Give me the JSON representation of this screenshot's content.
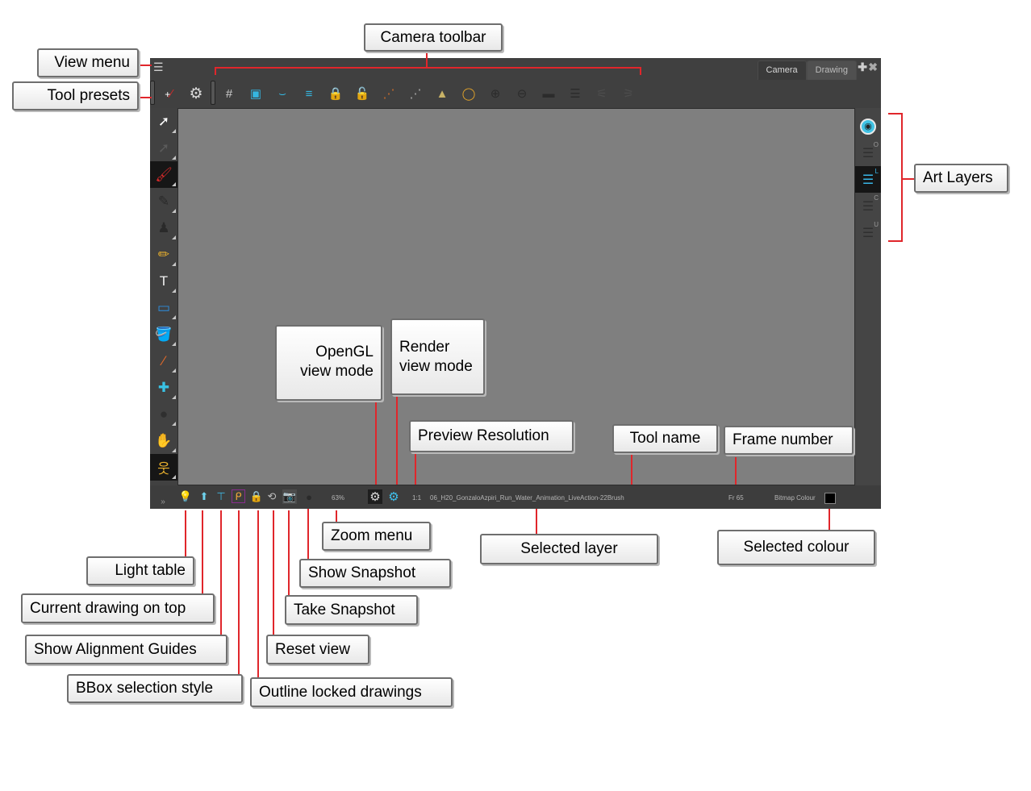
{
  "window": {
    "view_menu_icon": "hamburger-menu-icon",
    "tabs": [
      {
        "label": "Camera",
        "active": true
      },
      {
        "label": "Drawing",
        "active": false
      }
    ],
    "add_view_icon": "plus-icon",
    "close_view_icon": "close-icon"
  },
  "tool_presets": {
    "add_preset_icon": "add-brush-preset-icon",
    "settings_icon": "gear-icon"
  },
  "camera_toolbar": [
    {
      "name": "grid-icon",
      "glyph": "#",
      "color": "#cfcfcf"
    },
    {
      "name": "safety-area-icon",
      "glyph": "▣",
      "color": "#35b6e0"
    },
    {
      "name": "onion-skin-icon",
      "glyph": "⌣",
      "color": "#35b6e0"
    },
    {
      "name": "auto-light-table-icon",
      "glyph": "≡",
      "color": "#35b6e0"
    },
    {
      "name": "lock-icon",
      "glyph": "🔒",
      "color": "#f2c53b"
    },
    {
      "name": "unlock-add-icon",
      "glyph": "🔓",
      "color": "#f2c53b"
    },
    {
      "name": "bone-icon",
      "glyph": "⋰",
      "color": "#c86a2a"
    },
    {
      "name": "bone-grey-icon",
      "glyph": "⋰",
      "color": "#a8a8a8"
    },
    {
      "name": "spotlight-icon",
      "glyph": "▲",
      "color": "#c8b266"
    },
    {
      "name": "mirror-icon",
      "glyph": "◯",
      "color": "#e2a32a"
    },
    {
      "name": "layer-add-above-icon",
      "glyph": "⊕",
      "color": "#2b2b2b"
    },
    {
      "name": "layer-remove-icon",
      "glyph": "⊖",
      "color": "#2b2b2b"
    },
    {
      "name": "layer-flatten-icon",
      "glyph": "▬",
      "color": "#2b2b2b"
    },
    {
      "name": "layer-merge-icon",
      "glyph": "☰",
      "color": "#2b2b2b"
    },
    {
      "name": "flip-horizontal-icon",
      "glyph": "⚟",
      "color": "#4d4d4d"
    },
    {
      "name": "flip-vertical-icon",
      "glyph": "⚞",
      "color": "#4d4d4d"
    }
  ],
  "tools": [
    {
      "name": "select-tool",
      "glyph": "➚",
      "color": "#ffffff",
      "active": false
    },
    {
      "name": "contour-editor-tool",
      "glyph": "➚",
      "color": "#5a5a5a",
      "active": false
    },
    {
      "name": "brush-tool",
      "glyph": "🖌",
      "color": "#d32a2a",
      "active": true
    },
    {
      "name": "pencil-tool",
      "glyph": "✎",
      "color": "#2a2a2a",
      "active": false
    },
    {
      "name": "stamp-tool",
      "glyph": "♟",
      "color": "#2a2a2a",
      "active": false
    },
    {
      "name": "eraser-tool",
      "glyph": "✏",
      "color": "#e8b02e",
      "active": false
    },
    {
      "name": "text-tool",
      "glyph": "T",
      "color": "#f0f0f0",
      "active": false
    },
    {
      "name": "rectangle-tool",
      "glyph": "▭",
      "color": "#2d8fe0",
      "active": false
    },
    {
      "name": "paint-tool",
      "glyph": "🪣",
      "color": "#d32a2a",
      "active": false
    },
    {
      "name": "dropper-tool",
      "glyph": "⁄",
      "color": "#e36a2a",
      "active": false
    },
    {
      "name": "pivot-tool",
      "glyph": "✚",
      "color": "#39c2e4",
      "active": false
    },
    {
      "name": "cutter-tool",
      "glyph": "●",
      "color": "#2f2f2f",
      "active": false
    },
    {
      "name": "hand-tool",
      "glyph": "✋",
      "color": "#ffffff",
      "active": false
    },
    {
      "name": "animate-tool",
      "glyph": "웃",
      "color": "#e8b02e",
      "active": true
    }
  ],
  "art_layers": {
    "preview_icon": "eye-icon",
    "layers": [
      {
        "name": "overlay-layer",
        "letter": "O",
        "active": false
      },
      {
        "name": "line-art-layer",
        "letter": "L",
        "active": true
      },
      {
        "name": "colour-art-layer",
        "letter": "C",
        "active": false
      },
      {
        "name": "underlay-layer",
        "letter": "U",
        "active": false
      }
    ]
  },
  "status_bar": {
    "expand_icon": "double-chevron-down-icon",
    "light_table_icon": "light-bulb-icon",
    "current_drawing_on_top_icon": "drawing-on-top-icon",
    "alignment_guides_icon": "alignment-guides-icon",
    "bbox_selection_icon": "bbox-selection-icon",
    "outline_locked_icon": "lock-outline-icon",
    "reset_view_icon": "reset-view-icon",
    "take_snapshot_icon": "camera-snapshot-icon",
    "show_snapshot_icon": "show-snapshot-icon",
    "zoom": "63%",
    "opengl_icon": "gear-grey-icon",
    "render_icon": "gear-blue-icon",
    "preview_resolution": "1:1",
    "layer_name": "06_H20_GonzaloAzpiri_Run_Water_Animation_LiveAction-22",
    "tool_name": "Brush",
    "frame": "Fr 65",
    "colour_label": "Bitmap Colour",
    "colour_swatch": "#000000"
  },
  "callouts": {
    "view_menu": "View menu",
    "tool_presets": "Tool presets",
    "camera_toolbar": "Camera toolbar",
    "art_layers": "Art Layers",
    "opengl_view_mode": "OpenGL view mode",
    "render_view_mode": "Render view mode",
    "preview_resolution": "Preview Resolution",
    "tool_name": "Tool name",
    "frame_number": "Frame number",
    "zoom_menu": "Zoom menu",
    "selected_layer": "Selected layer",
    "selected_colour": "Selected colour",
    "light_table": "Light table",
    "show_snapshot": "Show Snapshot",
    "current_drawing_on_top": "Current drawing on top",
    "take_snapshot": "Take Snapshot",
    "show_alignment_guides": "Show Alignment Guides",
    "reset_view": "Reset view",
    "bbox_selection_style": "BBox selection style",
    "outline_locked_drawings": "Outline locked drawings"
  },
  "accent_color": "#e0262b"
}
